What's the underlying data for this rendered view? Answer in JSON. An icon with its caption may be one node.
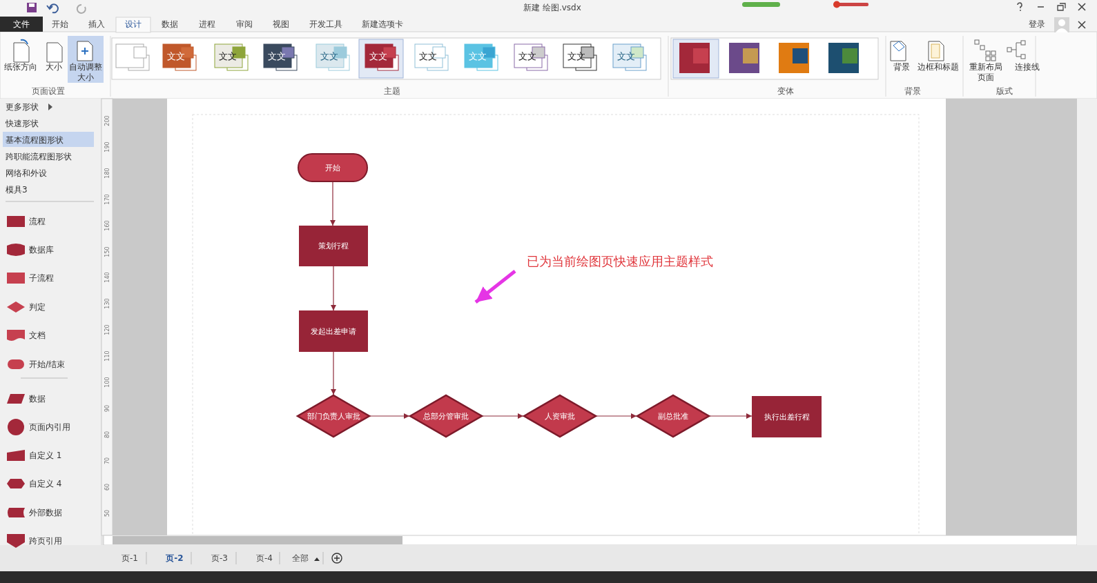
{
  "diagram": {
    "nodes": [
      {
        "text": [
          "开始"
        ]
      },
      {
        "text": [
          "策划行程"
        ]
      },
      {
        "text": [
          "发起出差申请"
        ]
      },
      {
        "text": [
          "部门负责人审批"
        ]
      },
      {
        "text": [
          "总部分管审批"
        ]
      },
      {
        "text": [
          "人资审批"
        ]
      },
      {
        "text": [
          "副总批准"
        ]
      },
      {
        "text": [
          "执行出差行程"
        ]
      },
      {
        "text": [
          "已为当前绘图页快速应用主题样式"
        ]
      }
    ],
    "edges": [
      {
        "from": 0,
        "to": 1,
        "arrow": "to"
      },
      {
        "from": 1,
        "to": 2,
        "arrow": "to"
      },
      {
        "from": 2,
        "to": 3,
        "arrow": "to"
      },
      {
        "from": 3,
        "to": 4,
        "arrow": "to"
      },
      {
        "from": 4,
        "to": 5,
        "arrow": "to"
      },
      {
        "from": 5,
        "to": 6,
        "arrow": "to"
      },
      {
        "from": 6,
        "to": 7,
        "arrow": "to"
      },
      {
        "from": 8,
        "to": null,
        "arrow": "to",
        "style": "thick",
        "color": "#e535e5"
      }
    ],
    "labels": [
      "新建 绘图.vsdx",
      "文件",
      "开始",
      "插入",
      "设计",
      "数据",
      "进程",
      "审阅",
      "视图",
      "开发工具",
      "新建选项卡",
      "登录",
      "纸张方向",
      "大小",
      "自动调整大小",
      "页面设置",
      "主题",
      "变体",
      "背景",
      "边框和标题",
      "背景",
      "重新布局页面",
      "连接线",
      "版式",
      "文文",
      "文文",
      "文文",
      "文文",
      "文文",
      "文文",
      "文文",
      "文文",
      "文文",
      "文文",
      "更多形状",
      "快速形状",
      "基本流程图形状",
      "跨职能流程图形状",
      "网络和外设",
      "模具3",
      "流程",
      "数据库",
      "子流程",
      "判定",
      "文档",
      "开始/结束",
      "数据",
      "页面内引用",
      "自定义 1",
      "自定义 4",
      "外部数据",
      "跨页引用",
      "200",
      "190",
      "180",
      "170",
      "160",
      "150",
      "140",
      "130",
      "120",
      "110",
      "100",
      "90",
      "80",
      "70",
      "60",
      "50",
      "页-1",
      "页-2",
      "页-3",
      "页-4",
      "全部"
    ]
  }
}
